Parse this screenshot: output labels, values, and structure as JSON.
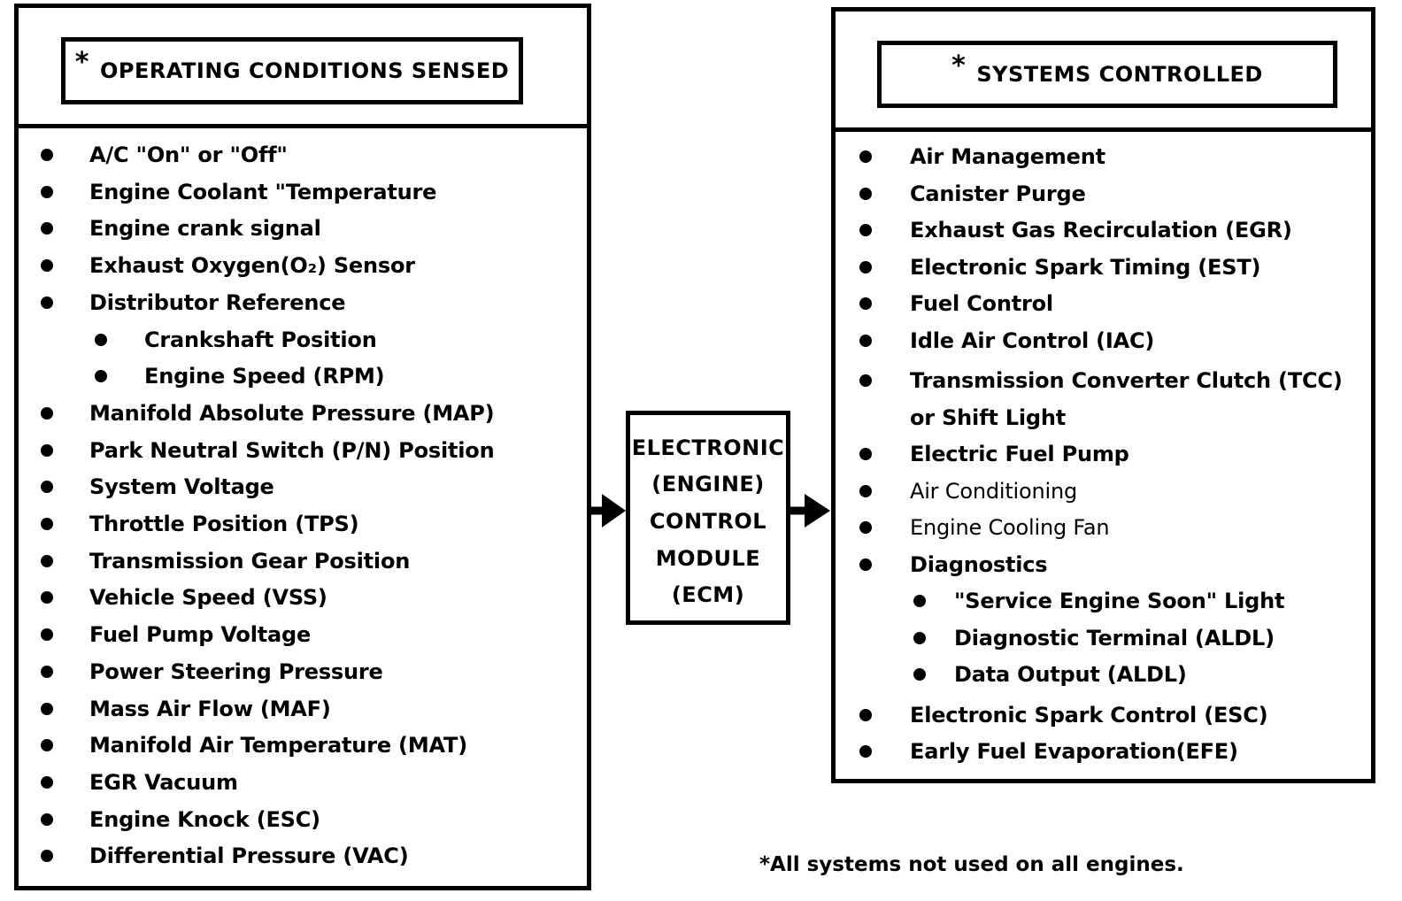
{
  "left_panel": {
    "title": "OPERATING CONDITIONS SENSED",
    "title_marker": "*",
    "items": [
      {
        "text": "A/C \"On\" or \"Off\"",
        "level": 1
      },
      {
        "text": "Engine Coolant \"Temperature",
        "level": 1
      },
      {
        "text": "Engine crank signal",
        "level": 1
      },
      {
        "text": "Exhaust Oxygen(O₂) Sensor",
        "level": 1
      },
      {
        "text": "Distributor Reference",
        "level": 1
      },
      {
        "text": "Crankshaft Position",
        "level": 2
      },
      {
        "text": "Engine Speed (RPM)",
        "level": 2
      },
      {
        "text": "Manifold Absolute Pressure  (MAP)",
        "level": 1
      },
      {
        "text": "Park Neutral Switch (P/N) Position",
        "level": 1
      },
      {
        "text": "System Voltage",
        "level": 1
      },
      {
        "text": "Throttle Position (TPS)",
        "level": 1
      },
      {
        "text": "Transmission Gear Position",
        "level": 1
      },
      {
        "text": "Vehicle Speed (VSS)",
        "level": 1
      },
      {
        "text": "Fuel Pump Voltage",
        "level": 1
      },
      {
        "text": "Power Steering Pressure",
        "level": 1
      },
      {
        "text": "Mass Air Flow (MAF)",
        "level": 1
      },
      {
        "text": "Manifold Air Temperature (MAT)",
        "level": 1
      },
      {
        "text": "EGR  Vacuum",
        "level": 1
      },
      {
        "text": "Engine Knock (ESC)",
        "level": 1
      },
      {
        "text": "Differential Pressure (VAC)",
        "level": 1
      }
    ]
  },
  "center": {
    "lines": [
      "ELECTRONIC",
      "(ENGINE)",
      "CONTROL",
      "MODULE",
      "(ECM)"
    ]
  },
  "right_panel": {
    "title": "SYSTEMS CONTROLLED",
    "title_marker": "*",
    "items": [
      {
        "text": "Air Management",
        "level": 1,
        "bullet": true
      },
      {
        "text": "Canister Purge",
        "level": 1,
        "bullet": true
      },
      {
        "text": "Exhaust Gas Recirculation (EGR)",
        "level": 1,
        "bullet": true
      },
      {
        "text": "Electronic Spark Timing (EST)",
        "level": 1,
        "bullet": true
      },
      {
        "text": "Fuel Control",
        "level": 1,
        "bullet": true
      },
      {
        "text": "Idle Air Control (IAC)",
        "level": 1,
        "bullet": true
      },
      {
        "text": "Transmission Converter Clutch (TCC)",
        "level": 1,
        "bullet": true
      },
      {
        "text": "or Shift Light",
        "level": 1,
        "bullet": false
      },
      {
        "text": "Electric Fuel Pump",
        "level": 1,
        "bullet": true
      },
      {
        "text": "Air Conditioning",
        "level": 1,
        "bullet": true,
        "weight": "normal"
      },
      {
        "text": "Engine Cooling Fan",
        "level": 1,
        "bullet": true,
        "weight": "normal"
      },
      {
        "text": "Diagnostics",
        "level": 1,
        "bullet": true
      },
      {
        "text": "\"Service Engine Soon\" Light",
        "level": 2,
        "bullet": true
      },
      {
        "text": "Diagnostic Terminal (ALDL)",
        "level": 2,
        "bullet": true
      },
      {
        "text": "Data Output (ALDL)",
        "level": 2,
        "bullet": true
      },
      {
        "text": "Electronic Spark Control (ESC)",
        "level": 1,
        "bullet": true
      },
      {
        "text": "Early Fuel Evaporation(EFE)",
        "level": 1,
        "bullet": true
      }
    ]
  },
  "footnote": "*All  systems not used on all engines."
}
